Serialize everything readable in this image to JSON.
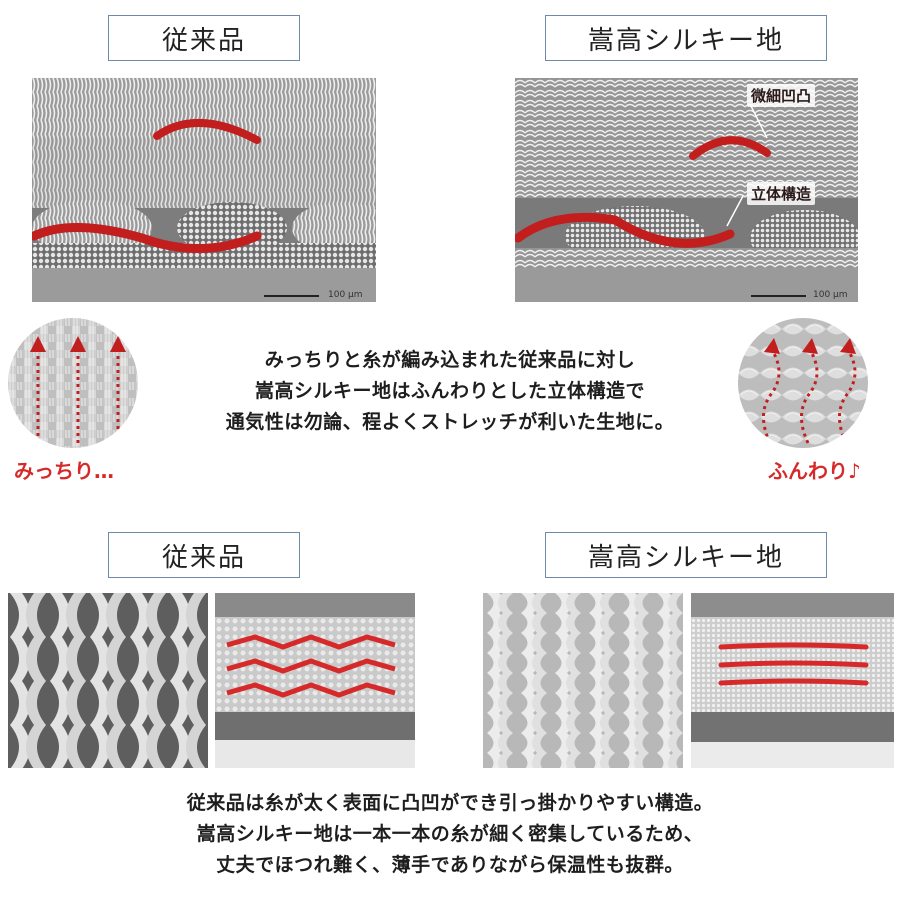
{
  "top": {
    "left_label": "従来品",
    "right_label": "嵩高シルキー地",
    "right_tags": {
      "fine": "微細凹凸",
      "structure": "立体構造"
    },
    "scale_text": "100 μm"
  },
  "middle": {
    "lines": [
      "みっちりと糸が編み込まれた従来品に対し",
      "嵩高シルキー地はふんわりとした立体構造で",
      "通気性は勿論、程よくストレッチが利いた生地に。"
    ],
    "left_side": "みっちり…",
    "right_side": "ふんわり♪"
  },
  "bottom": {
    "left_label": "従来品",
    "right_label": "嵩高シルキー地",
    "lines": [
      "従来品は糸が太く表面に凸凹ができ引っ掛かりやすい構造。",
      "嵩高シルキー地は一本一本の糸が細く密集しているため、",
      "丈夫でほつれ難く、薄手でありながら保温性も抜群。"
    ]
  },
  "colors": {
    "accent": "#d62a2a",
    "frame": "#6c8aa8"
  }
}
